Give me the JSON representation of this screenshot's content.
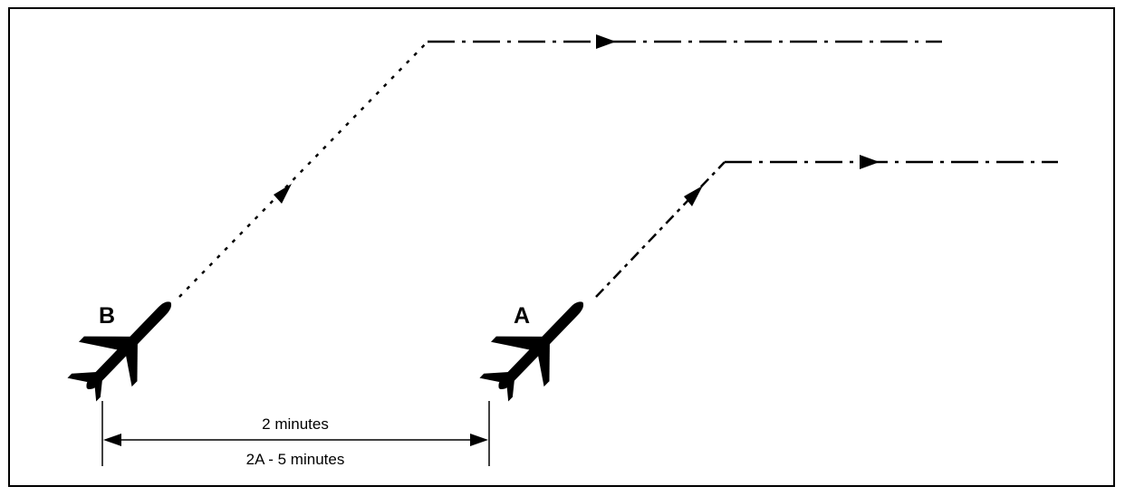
{
  "diagram": {
    "aircraft_b_label": "B",
    "aircraft_a_label": "A",
    "interval_top_label": "2 minutes",
    "interval_bottom_label": "2A - 5 minutes",
    "colors": {
      "ink": "#000000",
      "background": "#ffffff"
    },
    "icons": [
      "airplane-icon",
      "arrowhead-icon"
    ]
  }
}
